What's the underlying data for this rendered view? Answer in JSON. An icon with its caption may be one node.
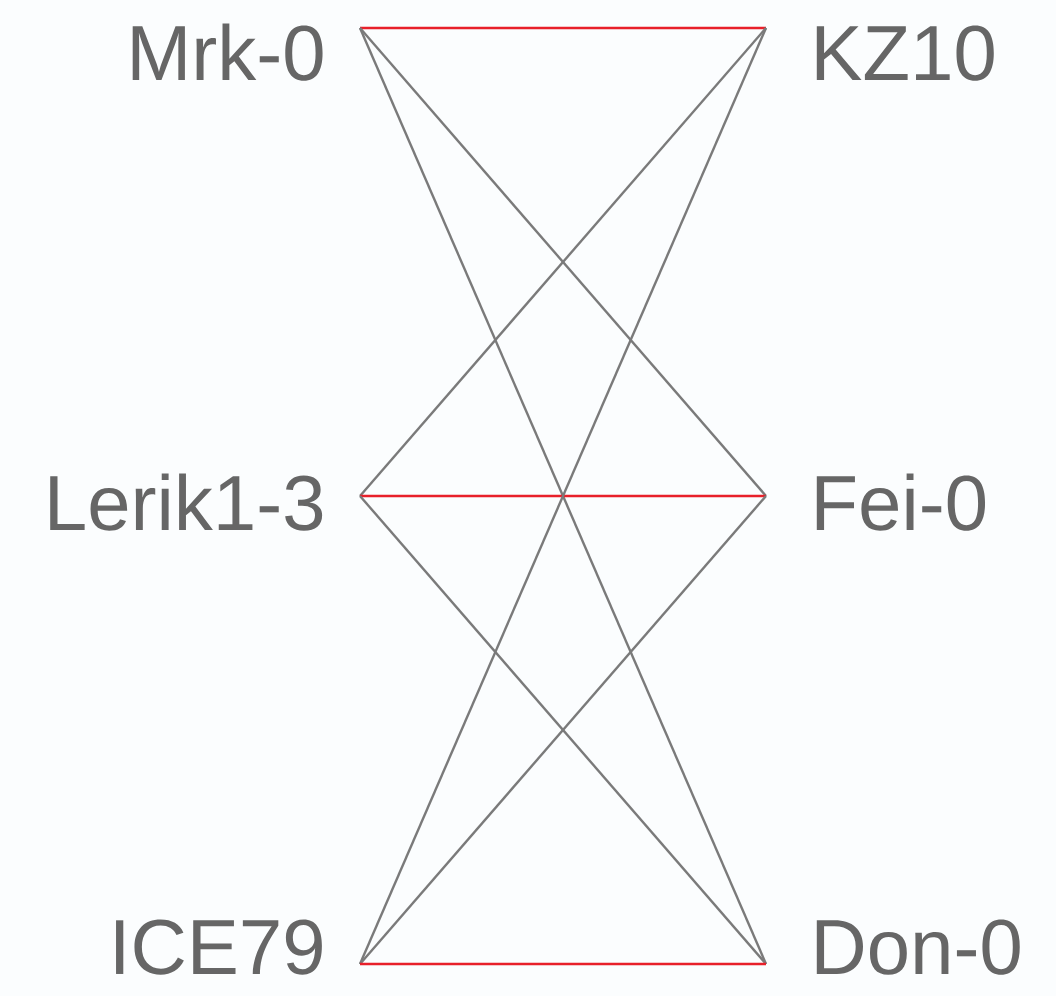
{
  "diagram": {
    "nodes": [
      {
        "text": [
          "Mrk-0"
        ]
      },
      {
        "text": [
          "KZ10"
        ]
      },
      {
        "text": [
          "Lerik1-3"
        ]
      },
      {
        "text": [
          "Fei-0"
        ]
      },
      {
        "text": [
          "ICE79"
        ]
      },
      {
        "text": [
          "Don-0"
        ]
      }
    ],
    "edges": [
      {
        "from": 0,
        "to": 1,
        "arrow": "none",
        "color": "#e8202a"
      },
      {
        "from": 0,
        "to": 3,
        "arrow": "none"
      },
      {
        "from": 0,
        "to": 5,
        "arrow": "none"
      },
      {
        "from": 2,
        "to": 1,
        "arrow": "none"
      },
      {
        "from": 2,
        "to": 3,
        "arrow": "none",
        "color": "#e8202a"
      },
      {
        "from": 2,
        "to": 5,
        "arrow": "none"
      },
      {
        "from": 4,
        "to": 1,
        "arrow": "none"
      },
      {
        "from": 4,
        "to": 3,
        "arrow": "none"
      },
      {
        "from": 4,
        "to": 5,
        "arrow": "none",
        "color": "#e8202a"
      }
    ]
  }
}
